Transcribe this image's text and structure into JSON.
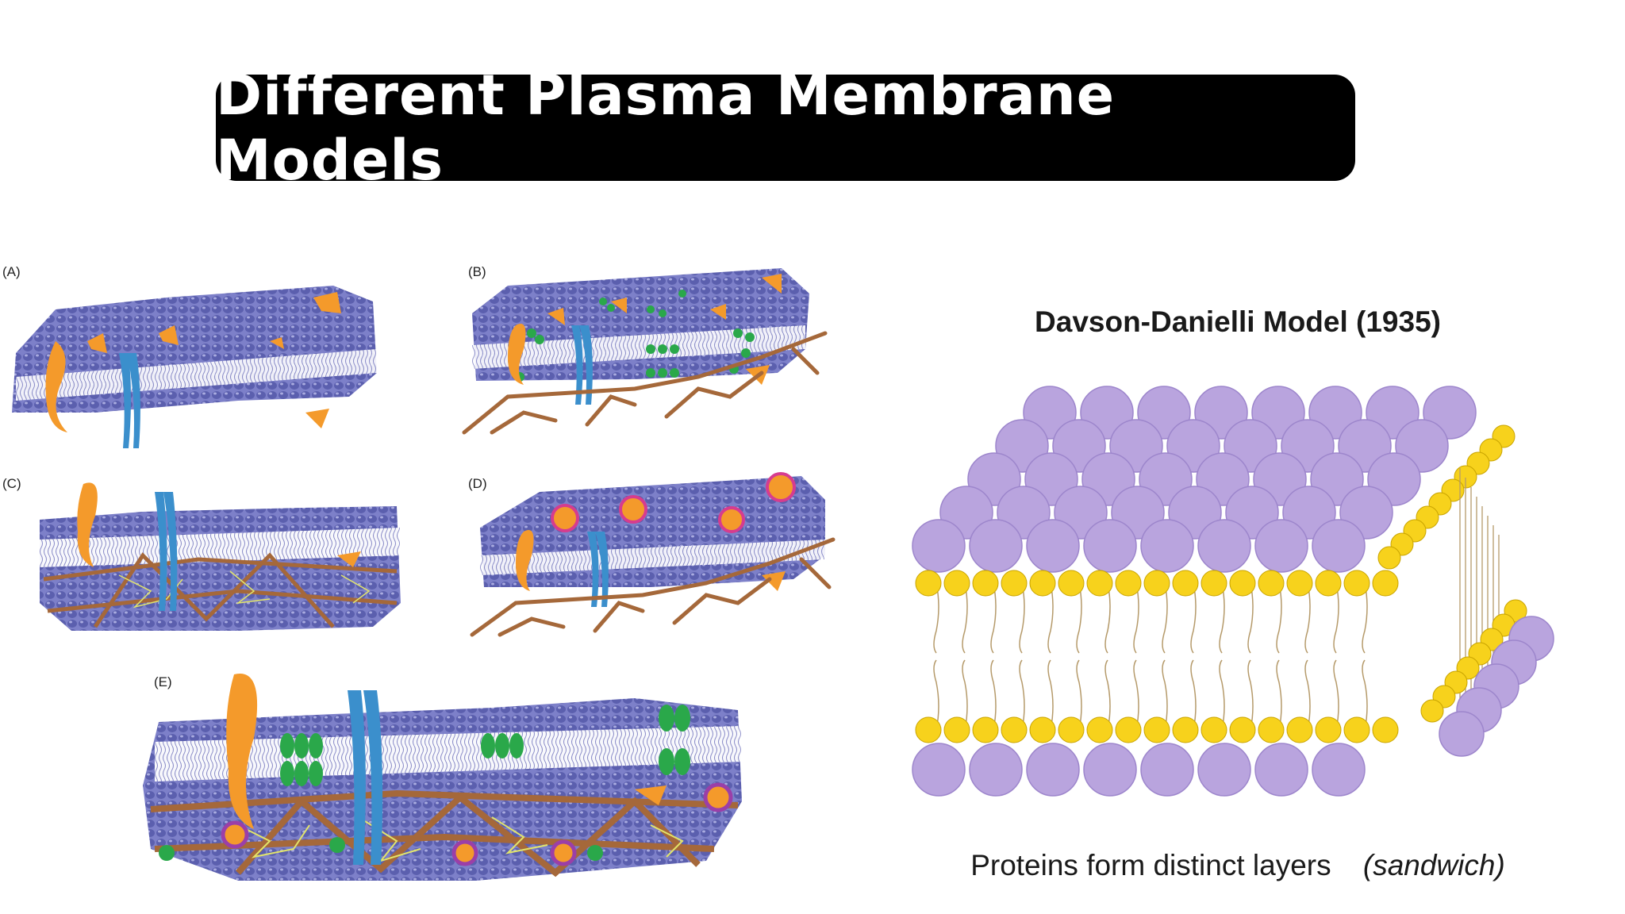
{
  "title": "Different Plasma Membrane Models",
  "panels": {
    "a": "(A)",
    "b": "(B)",
    "c": "(C)",
    "d": "(D)",
    "e": "(E)"
  },
  "davson": {
    "title": "Davson-Danielli Model  (1935)",
    "caption_main": "Proteins form distinct layers",
    "caption_italic": "(sandwich)"
  },
  "colors": {
    "lipid_head_blue": "#6468b8",
    "protein_orange": "#f49a2b",
    "channel_blue": "#3b8fcc",
    "actin_brown": "#a5683a",
    "raft_green": "#2aa84a",
    "purple_head": "#b9a4de",
    "yellow_head": "#f7d21c"
  }
}
